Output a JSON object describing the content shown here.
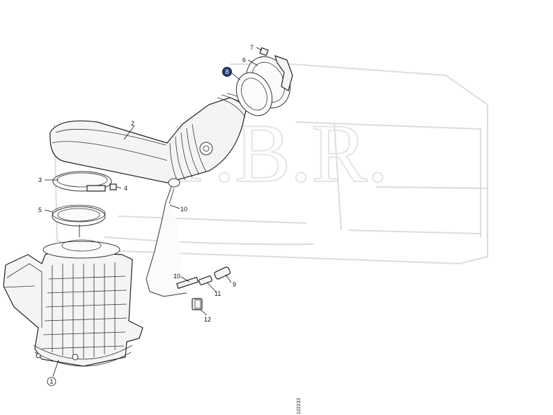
{
  "callouts": [
    {
      "id": "1",
      "highlighted": false,
      "circled": true
    },
    {
      "id": "2",
      "highlighted": false,
      "circled": false
    },
    {
      "id": "3",
      "highlighted": false,
      "circled": false
    },
    {
      "id": "4",
      "highlighted": false,
      "circled": false
    },
    {
      "id": "5",
      "highlighted": false,
      "circled": false
    },
    {
      "id": "6",
      "highlighted": false,
      "circled": false
    },
    {
      "id": "7",
      "highlighted": false,
      "circled": false
    },
    {
      "id": "8",
      "highlighted": true,
      "circled": true
    },
    {
      "id": "9",
      "highlighted": false,
      "circled": false
    },
    {
      "id": "10a",
      "label": "10",
      "highlighted": false,
      "circled": false
    },
    {
      "id": "10b",
      "label": "10",
      "highlighted": false,
      "circled": false
    },
    {
      "id": "11",
      "highlighted": false,
      "circled": false
    },
    {
      "id": "12",
      "highlighted": false,
      "circled": false
    }
  ],
  "reference_code": "122233",
  "colors": {
    "highlight": "#1f3f7a",
    "line": "#222222",
    "watermark": "#d9d9d9"
  }
}
